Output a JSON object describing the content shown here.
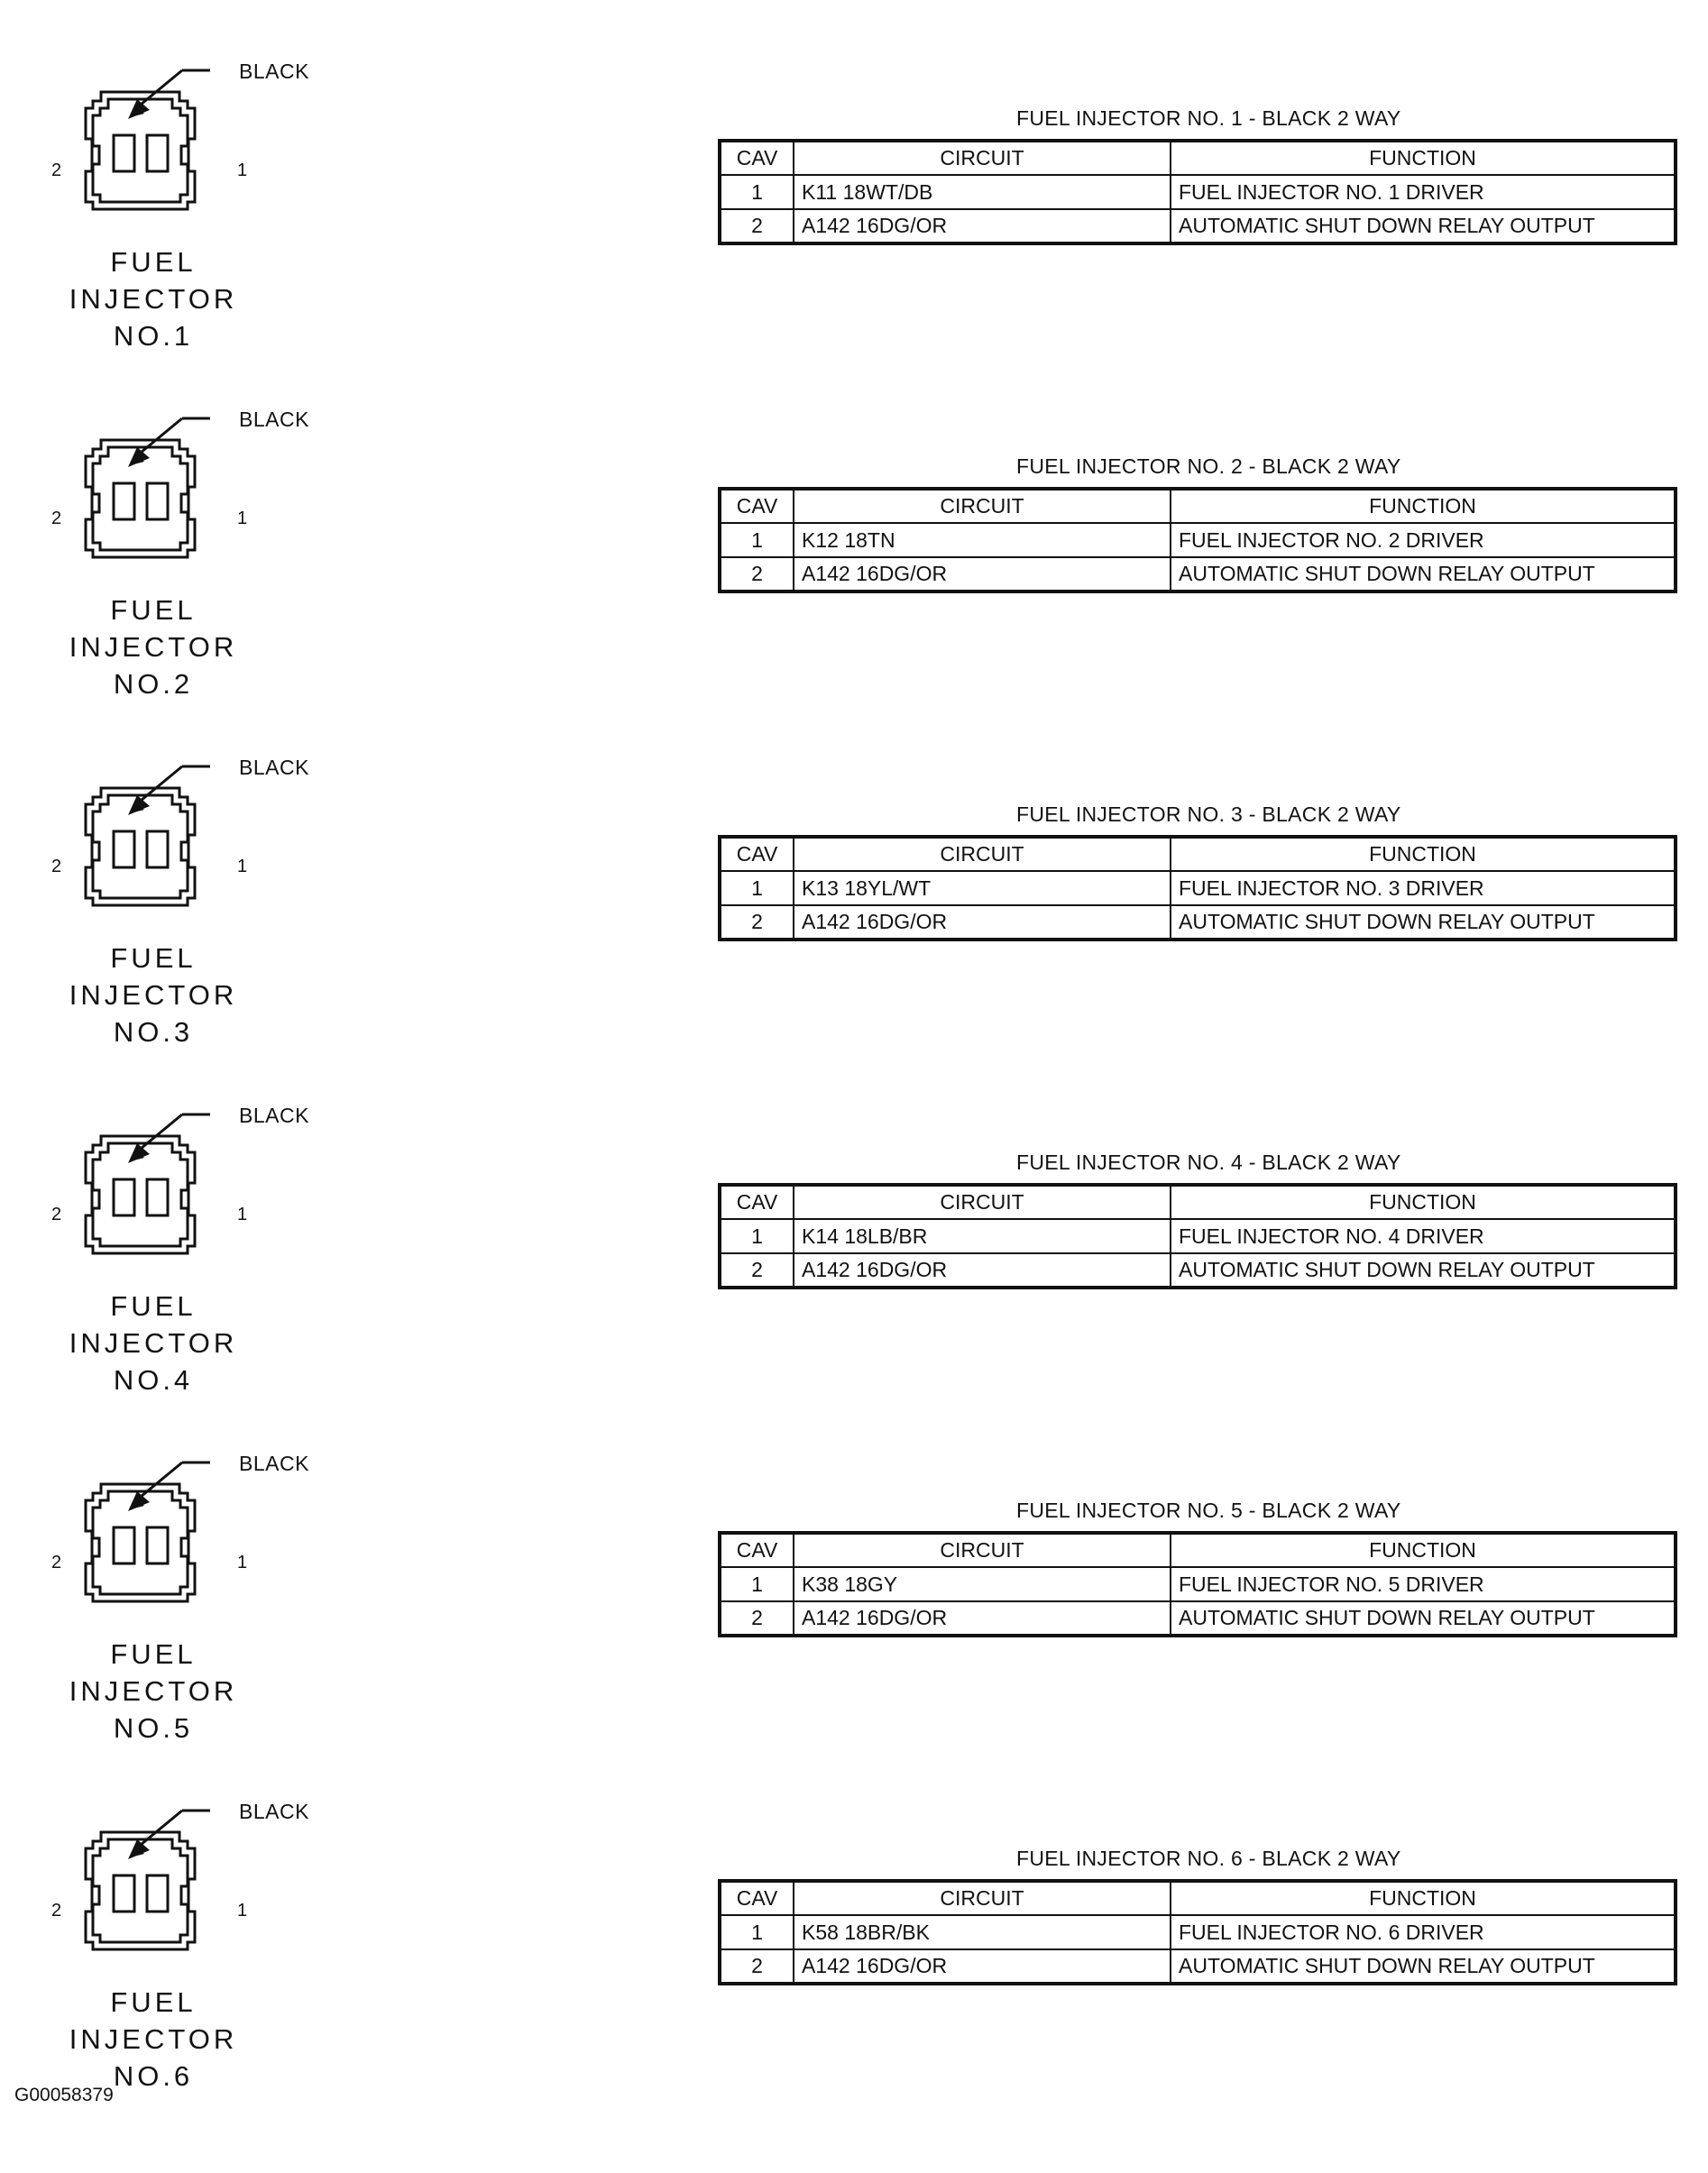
{
  "header": {
    "cav": "CAV",
    "circuit": "CIRCUIT",
    "function": "FUNCTION"
  },
  "connectors": [
    {
      "line1": "FUEL INJECTOR",
      "line2": "NO.1",
      "color": "BLACK",
      "pin_left": "2",
      "pin_right": "1",
      "table_title": "FUEL INJECTOR NO. 1 - BLACK 2 WAY",
      "rows": [
        {
          "cav": "1",
          "circuit": "K11 18WT/DB",
          "function": "FUEL INJECTOR NO. 1 DRIVER"
        },
        {
          "cav": "2",
          "circuit": "A142 16DG/OR",
          "function": "AUTOMATIC SHUT DOWN RELAY OUTPUT"
        }
      ]
    },
    {
      "line1": "FUEL INJECTOR",
      "line2": "NO.2",
      "color": "BLACK",
      "pin_left": "2",
      "pin_right": "1",
      "table_title": "FUEL INJECTOR NO. 2 - BLACK 2 WAY",
      "rows": [
        {
          "cav": "1",
          "circuit": "K12 18TN",
          "function": "FUEL INJECTOR NO. 2 DRIVER"
        },
        {
          "cav": "2",
          "circuit": "A142 16DG/OR",
          "function": "AUTOMATIC SHUT DOWN RELAY OUTPUT"
        }
      ]
    },
    {
      "line1": "FUEL INJECTOR",
      "line2": "NO.3",
      "color": "BLACK",
      "pin_left": "2",
      "pin_right": "1",
      "table_title": "FUEL INJECTOR NO. 3 - BLACK 2 WAY",
      "rows": [
        {
          "cav": "1",
          "circuit": "K13 18YL/WT",
          "function": "FUEL INJECTOR NO. 3 DRIVER"
        },
        {
          "cav": "2",
          "circuit": "A142 16DG/OR",
          "function": "AUTOMATIC SHUT DOWN RELAY OUTPUT"
        }
      ]
    },
    {
      "line1": "FUEL INJECTOR",
      "line2": "NO.4",
      "color": "BLACK",
      "pin_left": "2",
      "pin_right": "1",
      "table_title": "FUEL INJECTOR NO. 4 - BLACK 2 WAY",
      "rows": [
        {
          "cav": "1",
          "circuit": "K14 18LB/BR",
          "function": "FUEL INJECTOR NO. 4 DRIVER"
        },
        {
          "cav": "2",
          "circuit": "A142 16DG/OR",
          "function": "AUTOMATIC SHUT DOWN RELAY OUTPUT"
        }
      ]
    },
    {
      "line1": "FUEL INJECTOR",
      "line2": "NO.5",
      "color": "BLACK",
      "pin_left": "2",
      "pin_right": "1",
      "table_title": "FUEL INJECTOR NO. 5 - BLACK 2 WAY",
      "rows": [
        {
          "cav": "1",
          "circuit": "K38 18GY",
          "function": "FUEL INJECTOR NO. 5 DRIVER"
        },
        {
          "cav": "2",
          "circuit": "A142 16DG/OR",
          "function": "AUTOMATIC SHUT DOWN RELAY OUTPUT"
        }
      ]
    },
    {
      "line1": "FUEL INJECTOR",
      "line2": "NO.6",
      "color": "BLACK",
      "pin_left": "2",
      "pin_right": "1",
      "table_title": "FUEL INJECTOR NO. 6 - BLACK 2 WAY",
      "rows": [
        {
          "cav": "1",
          "circuit": "K58 18BR/BK",
          "function": "FUEL INJECTOR NO. 6 DRIVER"
        },
        {
          "cav": "2",
          "circuit": "A142 16DG/OR",
          "function": "AUTOMATIC SHUT DOWN RELAY OUTPUT"
        }
      ]
    }
  ],
  "figure_id": "G00058379"
}
